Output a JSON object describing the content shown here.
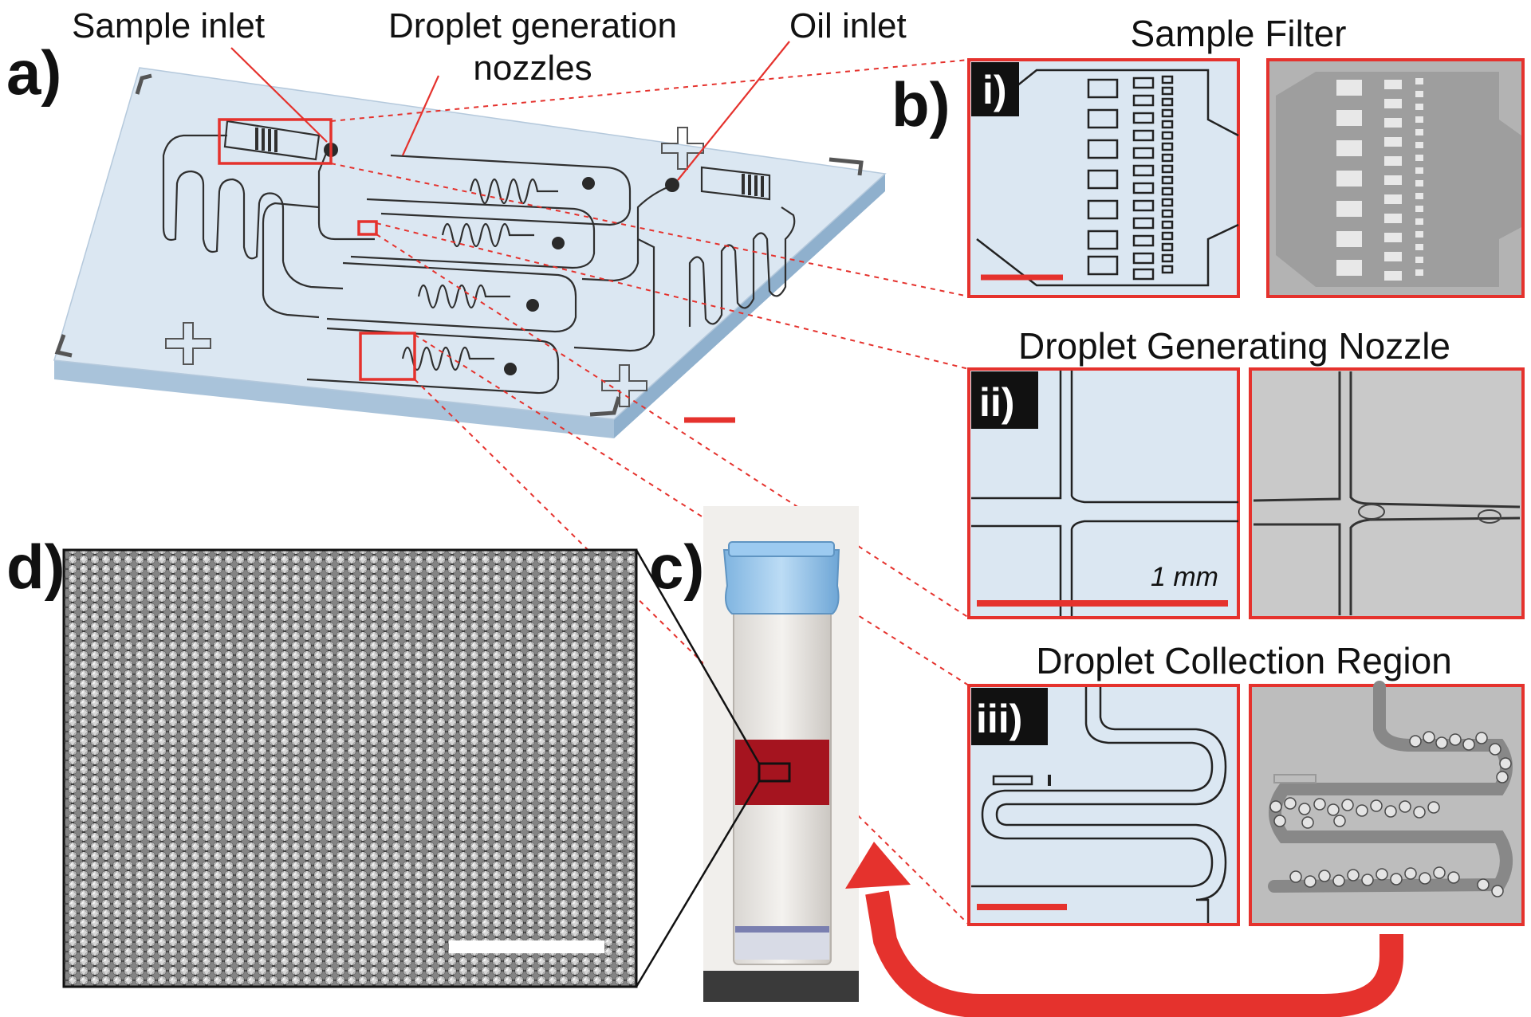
{
  "labels": {
    "sample_inlet": "Sample inlet",
    "droplet_nozzles_1": "Droplet generation",
    "droplet_nozzles_2": "nozzles",
    "oil_inlet": "Oil inlet"
  },
  "panels": {
    "a": "a)",
    "b": "b)",
    "c": "c)",
    "d": "d)",
    "i": "i)",
    "ii": "ii)",
    "iii": "iii)"
  },
  "titles": {
    "sample_filter": "Sample Filter",
    "nozzle": "Droplet Generating Nozzle",
    "collection": "Droplet Collection Region"
  },
  "scale": {
    "nozzle_scale": "1 mm"
  },
  "colors": {
    "chip": "#dbe7f2",
    "chip_side": "#a9c3da",
    "accent_red": "#e5322d",
    "channel": "#2f2f2f",
    "liquid_red": "#a5141f"
  }
}
